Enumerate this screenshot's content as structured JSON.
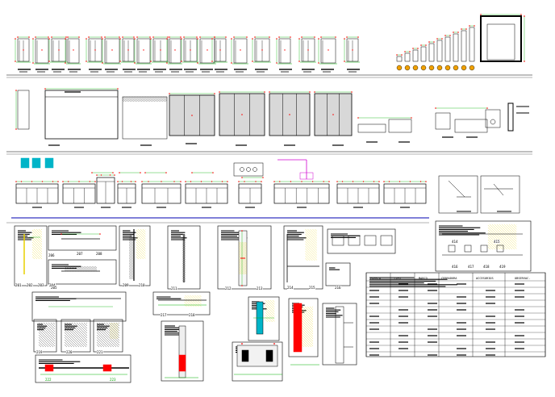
{
  "drawing": {
    "colors": {
      "line": "#000000",
      "dimension": "#00b000",
      "marker": "#ff0000",
      "accent": "#00b4c8",
      "magenta": "#d000d0",
      "section_line": "#0000b0",
      "hatch_yellow": "#e8d000",
      "bubble_orange": "#f0a000"
    },
    "detail_labels": {
      "d201": "201",
      "d202": "202",
      "d203": "203",
      "d204": "204",
      "d205": "205",
      "d206": "206",
      "d207": "207",
      "d208": "208",
      "d209": "209",
      "d210": "210",
      "d211": "211",
      "d212": "212",
      "d213": "213",
      "d214": "214",
      "d215": "215",
      "d216": "216",
      "d217": "217",
      "d218": "218",
      "d219": "219",
      "d220": "220",
      "d221": "221",
      "d222": "222",
      "d223": "223",
      "d414": "414",
      "d415": "415",
      "d416": "416",
      "d417": "417",
      "d418": "418",
      "d419": "419"
    },
    "schedule_headers": [
      "PUERTA",
      "TIPO",
      "MARCO",
      "CERRADURA",
      "ACCESORIOS",
      "OBSERVAC."
    ]
  }
}
